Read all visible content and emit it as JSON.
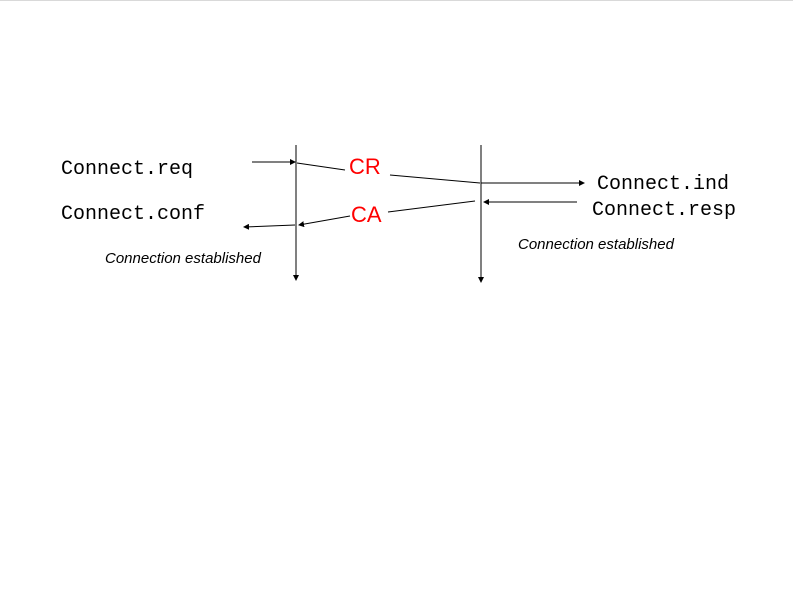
{
  "left_primitives": {
    "request": "Connect.req",
    "confirm": "Connect.conf"
  },
  "right_primitives": {
    "indication": "Connect.ind",
    "response": "Connect.resp"
  },
  "messages": {
    "request_pdu": "CR",
    "accept_pdu": "CA"
  },
  "notes": {
    "left": "Connection established",
    "right": "Connection established"
  },
  "colors": {
    "message": "#ff0000",
    "line": "#000000",
    "background": "#ffffff"
  }
}
